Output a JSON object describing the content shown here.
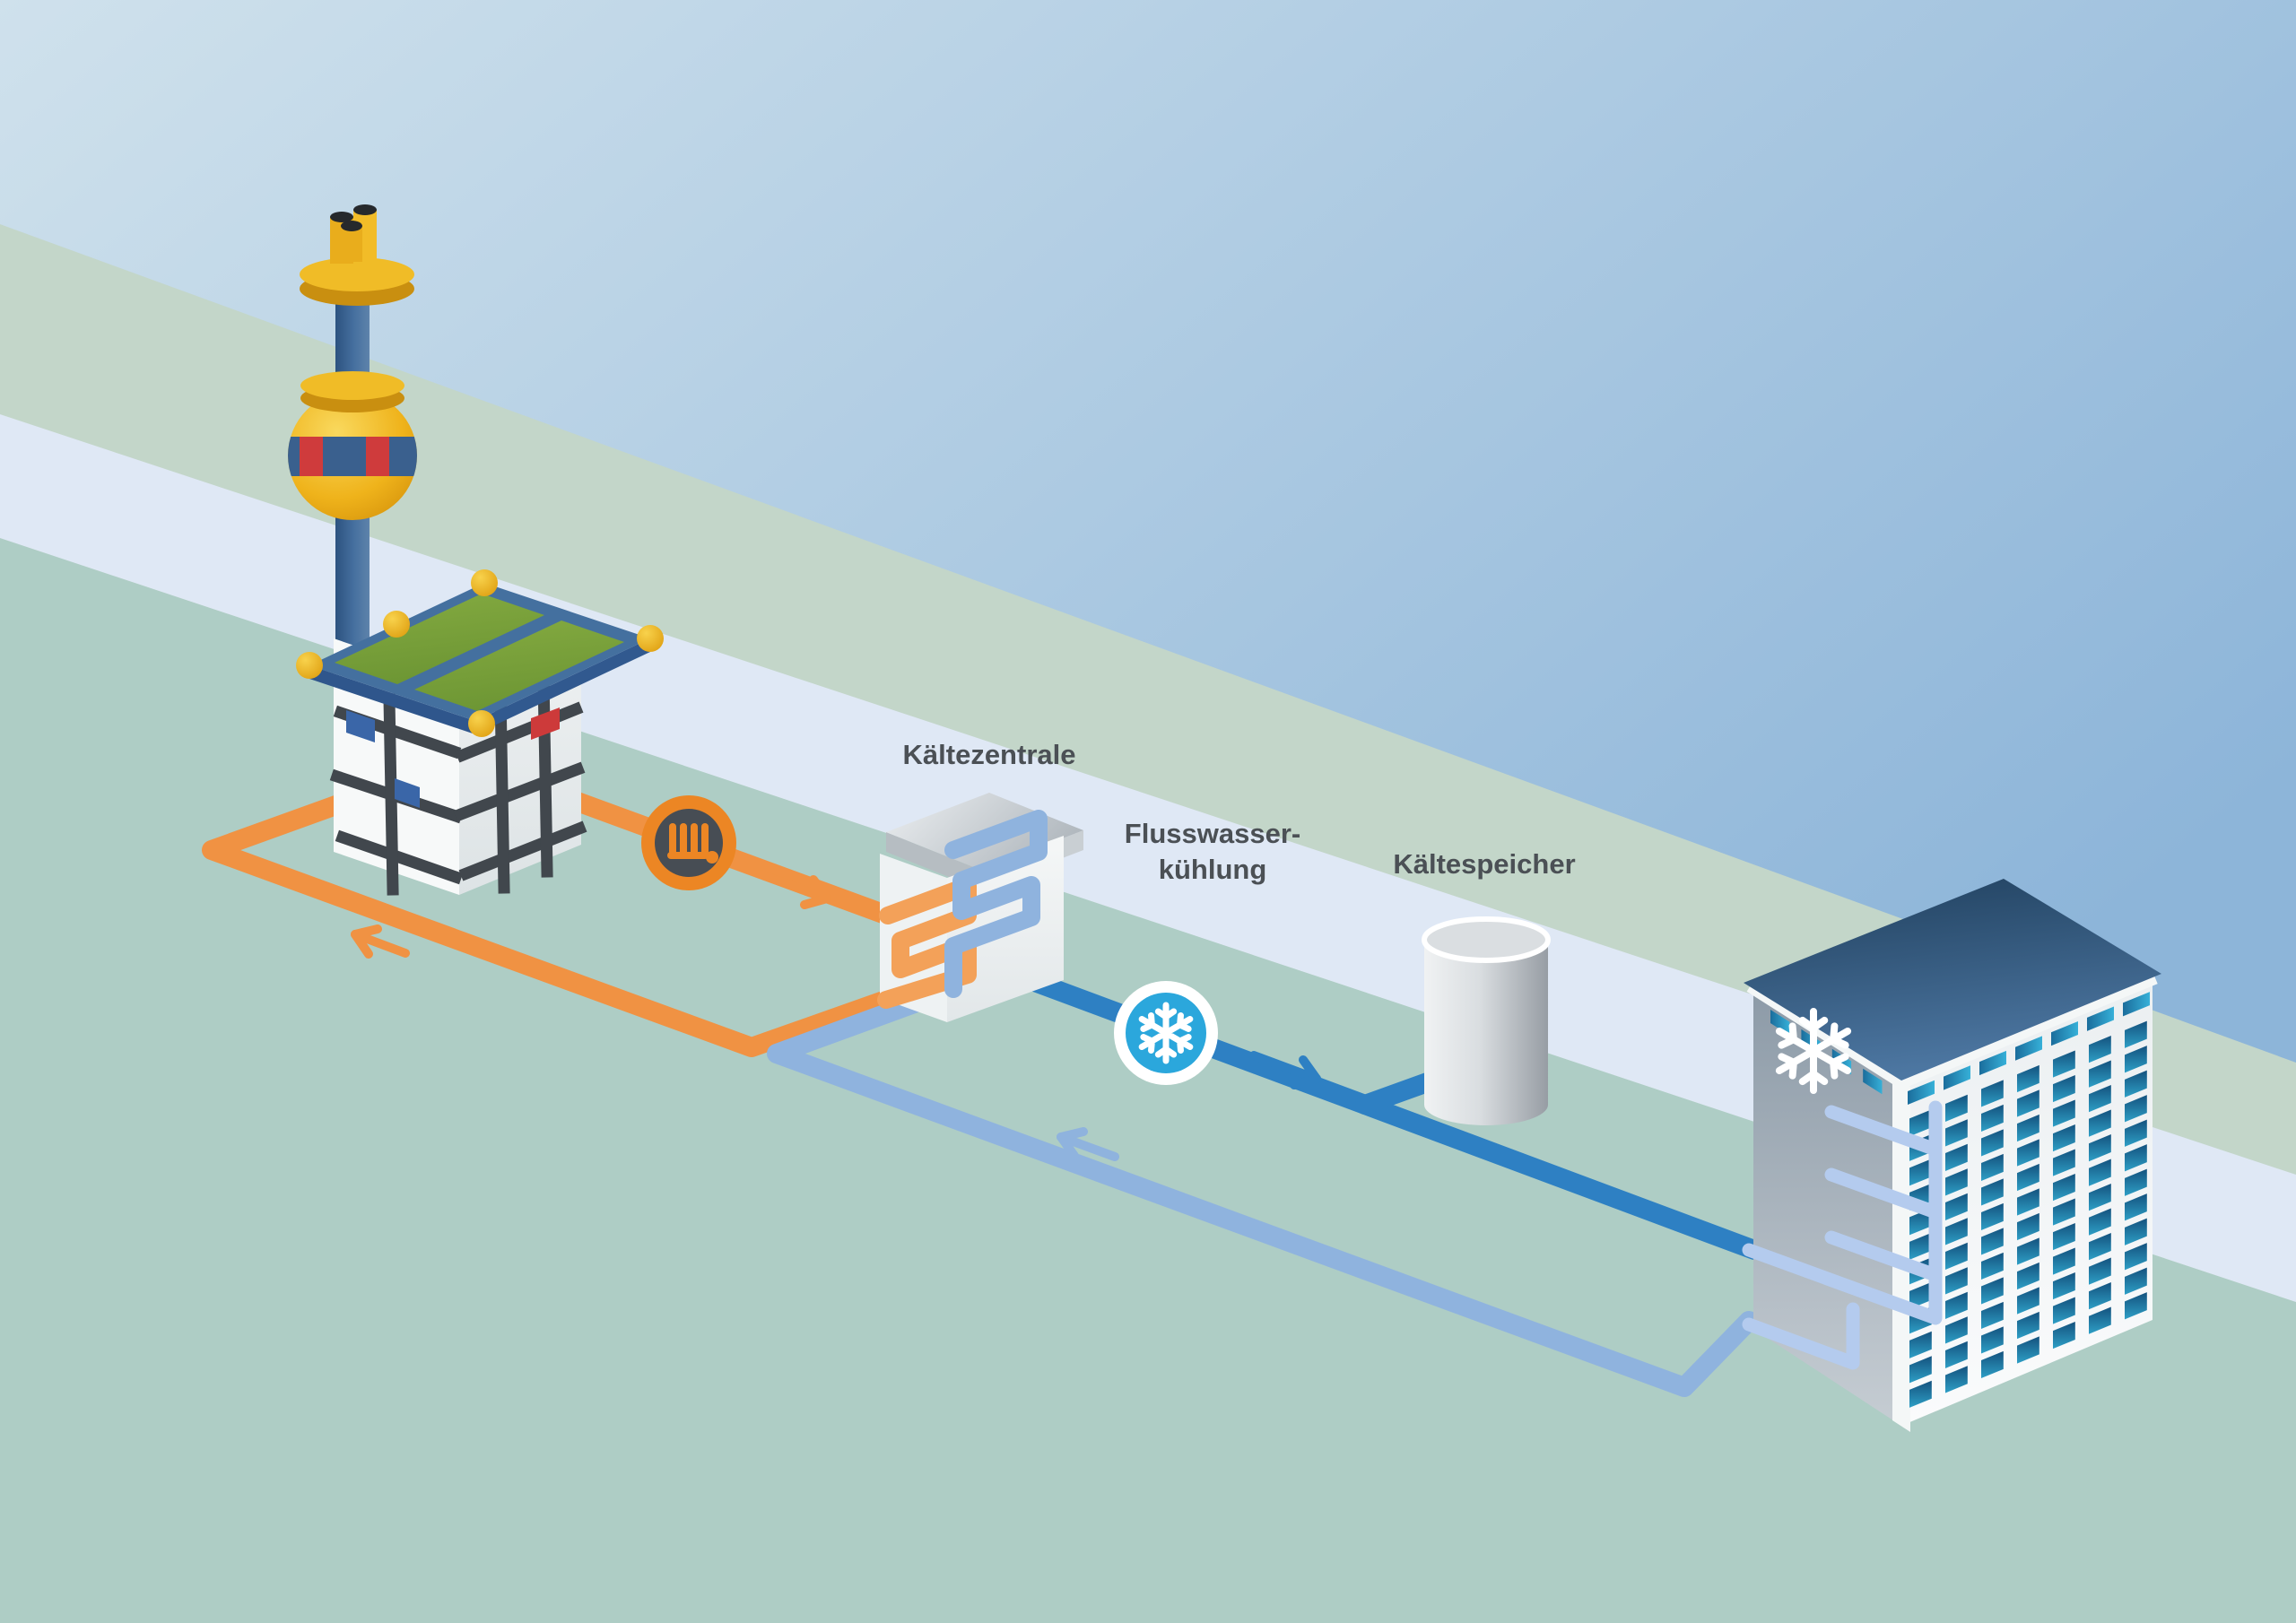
{
  "scene": {
    "labels": {
      "cooling_center": "Kältezentrale",
      "river_cooling_line1": "Flusswasser-",
      "river_cooling_line2": "kühlung",
      "cold_storage": "Kältespeicher"
    },
    "colors": {
      "sky_light": "#cde0ec",
      "sky_dark": "#8db5d9",
      "ground": "#aecdc5",
      "ground_upper": "#c3d6c9",
      "river": "#dfe8f5",
      "hot_pipe": "#f09243",
      "hot_pipe_light": "#f3a159",
      "cold_pipe": "#2e80c3",
      "cold_return_pipe": "#8fb3de",
      "riser_glyph": "#b4cbee",
      "heat_icon_ring": "#ec8624",
      "heat_icon_bg": "#474d54",
      "cold_icon_bg": "#2ba7dc",
      "label_text": "#4b5055"
    },
    "icons": {
      "heat_exchanger": "radiator-icon",
      "river_cooling": "snowflake-icon",
      "building_cooling": "snowflake-icon"
    },
    "arrows": {
      "hot_supply": "right",
      "hot_return": "left",
      "cold_supply": "right",
      "cold_return": "left"
    }
  }
}
